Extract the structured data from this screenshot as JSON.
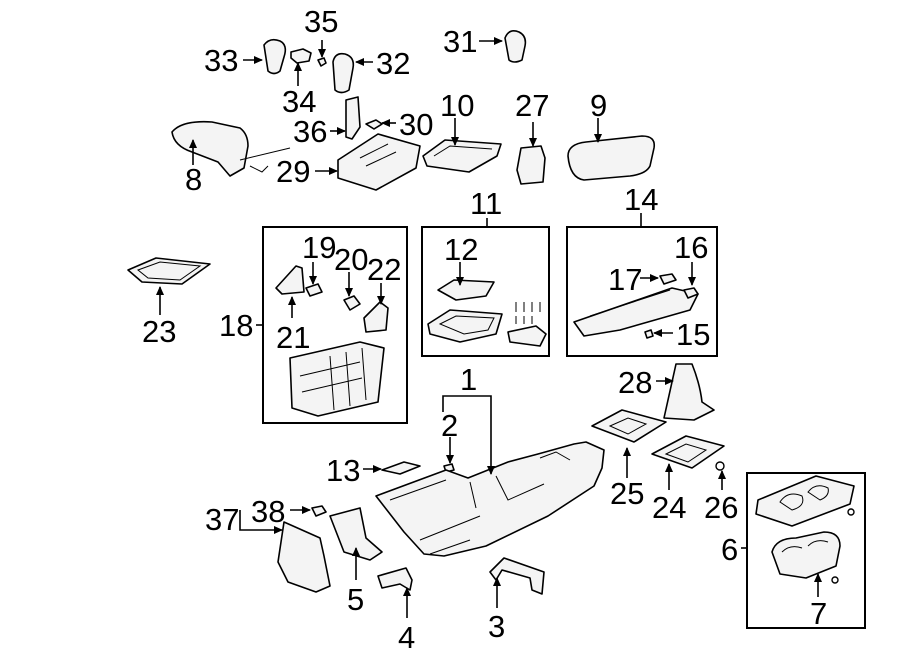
{
  "diagram": {
    "callouts": {
      "n1": "1",
      "n2": "2",
      "n3": "3",
      "n4": "4",
      "n5": "5",
      "n6": "6",
      "n7": "7",
      "n8": "8",
      "n9": "9",
      "n10": "10",
      "n11": "11",
      "n12": "12",
      "n13": "13",
      "n14": "14",
      "n15": "15",
      "n16": "16",
      "n17": "17",
      "n18": "18",
      "n19": "19",
      "n20": "20",
      "n21": "21",
      "n22": "22",
      "n23": "23",
      "n24": "24",
      "n25": "25",
      "n26": "26",
      "n27": "27",
      "n28": "28",
      "n29": "29",
      "n30": "30",
      "n31": "31",
      "n32": "32",
      "n33": "33",
      "n34": "34",
      "n35": "35",
      "n36": "36",
      "n37": "37",
      "n38": "38"
    }
  }
}
